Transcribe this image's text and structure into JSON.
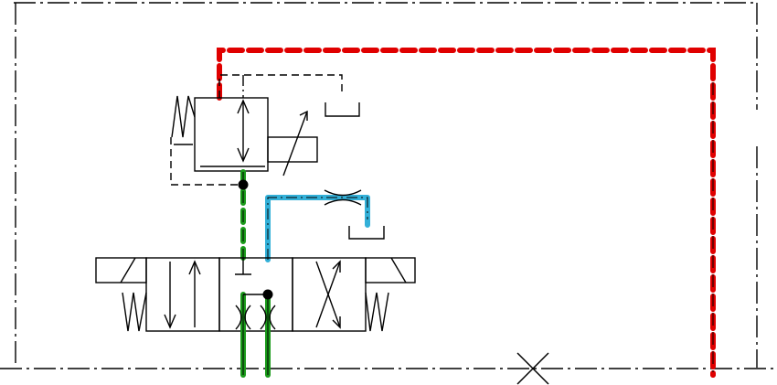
{
  "diagram": {
    "kind": "hydraulic-schematic",
    "components": [
      {
        "id": "proportional-pressure-valve",
        "type": "spring-loaded valve with proportional solenoid"
      },
      {
        "id": "directional-control-valve",
        "type": "4-position spring-centered valve with solenoids"
      },
      {
        "id": "orifice-restrictor",
        "type": "fixed restriction on pilot line"
      },
      {
        "id": "twin-orifices",
        "type": "paired restrictions on work ports"
      },
      {
        "id": "tank-symbols",
        "type": "tank returns",
        "count": 2
      }
    ],
    "highlighted_lines": [
      {
        "id": "pilot-pressure-line",
        "color": "#e00000",
        "style": "dashed"
      },
      {
        "id": "reduced-pressure-line",
        "color": "#1a9a1a",
        "style": "dashed/solid"
      },
      {
        "id": "drain-line",
        "color": "#33b0d8",
        "style": "solid"
      }
    ],
    "colors": {
      "line": "#000000",
      "red": "#e00000",
      "green": "#1a9a1a",
      "blue": "#33b0d8",
      "background": "#ffffff"
    }
  }
}
